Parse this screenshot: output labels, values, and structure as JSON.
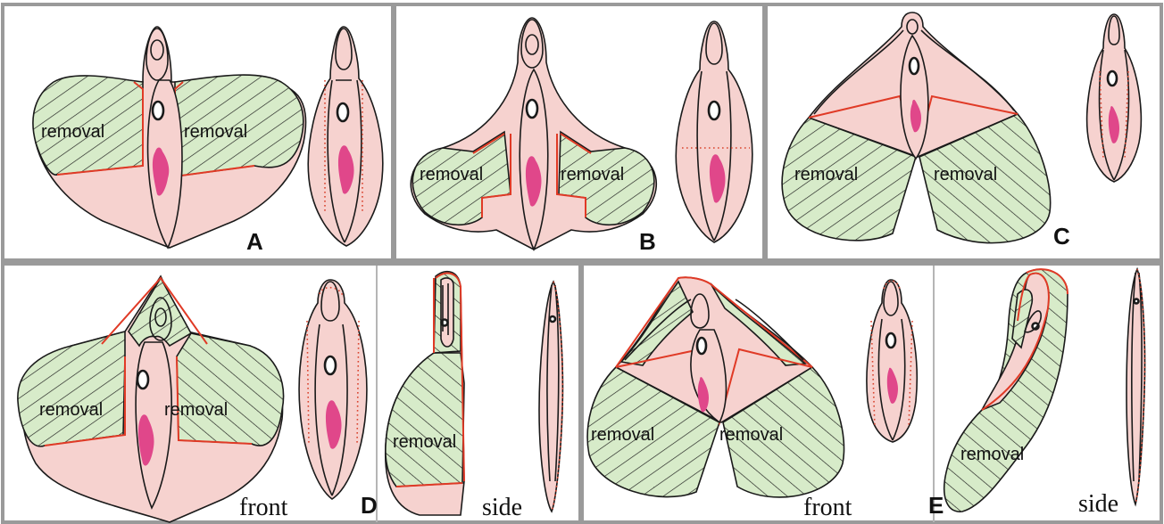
{
  "labels": {
    "removal": "removal",
    "front": "front",
    "side": "side"
  },
  "panels": [
    {
      "id": "A",
      "letter": "A"
    },
    {
      "id": "B",
      "letter": "B"
    },
    {
      "id": "C",
      "letter": "C"
    },
    {
      "id": "D",
      "letter": "D"
    },
    {
      "id": "E",
      "letter": "E"
    }
  ],
  "colors": {
    "skin": "#f6d2cf",
    "removal_zone": "#d7ebc9",
    "incision": "#e03a26",
    "lesion": "#e0478a",
    "panel_border": "#9a9a9a"
  }
}
